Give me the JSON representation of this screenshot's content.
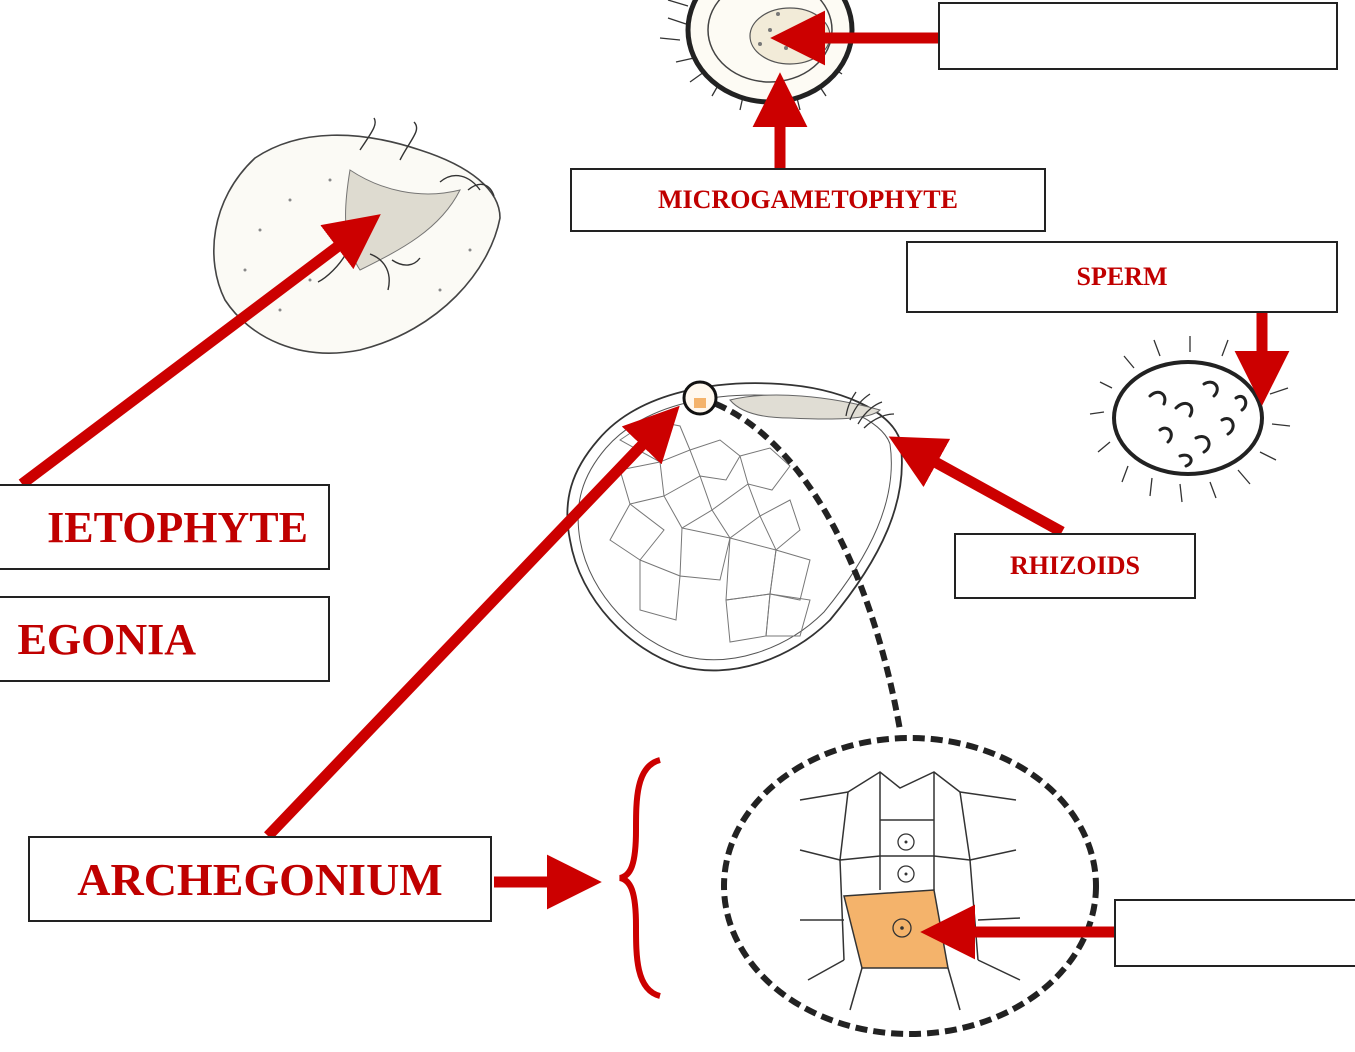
{
  "labels": {
    "microgametophyte": "MICROGAMETOPHYTE",
    "sperm": "SPERM",
    "rhizoids": "RHIZOIDS",
    "megagametophyte_partial": "IETOPHYTE",
    "archegonia_partial": "EGONIA",
    "archegonium": "ARCHEGONIUM",
    "blank_top": "",
    "blank_egg": ""
  },
  "colors": {
    "arrow": "#cc0000",
    "label_text": "#c00000",
    "outline": "#222222",
    "egg_cell": "#f4b36b"
  }
}
